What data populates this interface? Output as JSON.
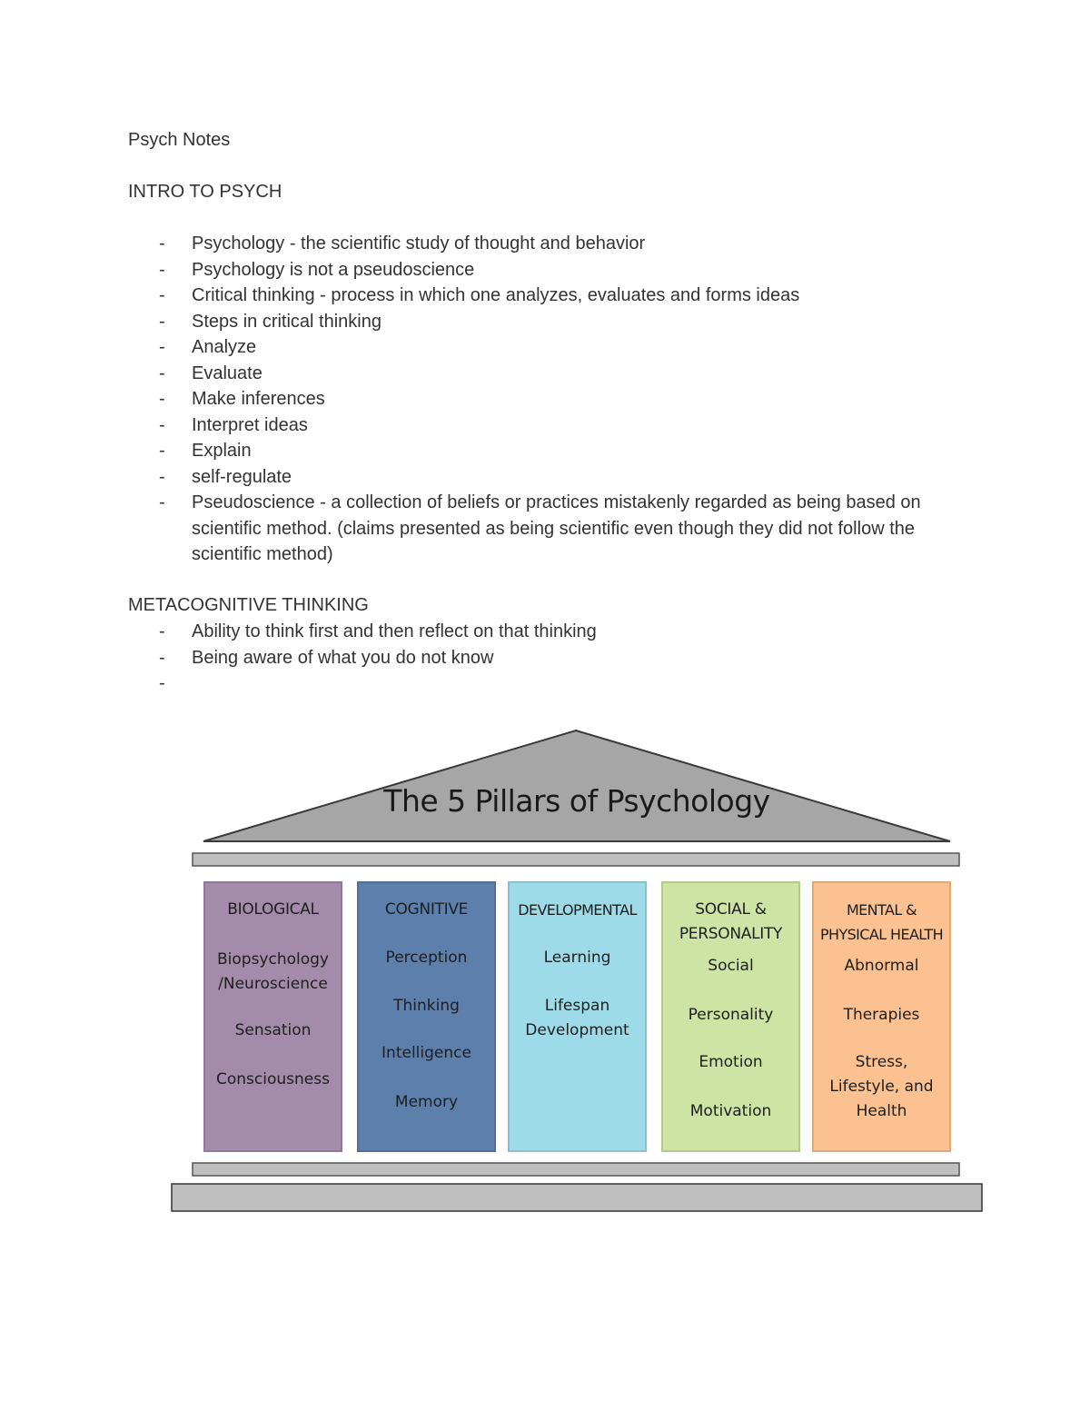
{
  "doc": {
    "title": "Psych Notes",
    "intro_heading": "INTRO TO PSYCH",
    "intro_bullets": [
      "Psychology - the scientific study of thought and behavior",
      "Psychology is not a pseudoscience",
      "Critical thinking - process in which one analyzes, evaluates and forms ideas",
      "Steps in critical thinking",
      "Analyze",
      "Evaluate",
      "Make inferences",
      "Interpret ideas",
      "Explain",
      "self-regulate",
      "Pseudoscience - a collection of beliefs or practices mistakenly regarded as being based on scientific method. (claims presented as being scientific even though they did not follow the scientific method)"
    ],
    "meta_heading": "METACOGNITIVE THINKING",
    "meta_bullets": [
      "Ability to think first and then reflect on that thinking",
      "Being aware of what you do not know",
      ""
    ],
    "bullet_marker": "-"
  },
  "diagram": {
    "title": "The 5 Pillars of Psychology",
    "pillars": [
      {
        "heading": "BIOLOGICAL",
        "items": [
          "Biopsychology /Neuroscience",
          "Sensation",
          "Consciousness"
        ],
        "color": "#a48bab"
      },
      {
        "heading": "COGNITIVE",
        "items": [
          "Perception",
          "Thinking",
          "Intelligence",
          "Memory"
        ],
        "color": "#5d7fac"
      },
      {
        "heading": "DEVELOPMENTAL",
        "items": [
          "Learning",
          "Lifespan Development"
        ],
        "color": "#9edbe9"
      },
      {
        "heading": "SOCIAL & PERSONALITY",
        "items": [
          "Social",
          "Personality",
          "Emotion",
          "Motivation"
        ],
        "color": "#cde4a4"
      },
      {
        "heading": "MENTAL & PHYSICAL HEALTH",
        "items": [
          "Abnormal",
          "Therapies",
          "Stress, Lifestyle, and Health"
        ],
        "color": "#fbc190"
      }
    ],
    "roof_color": "#a6a6a6",
    "beam_color": "#bfbfbf"
  }
}
